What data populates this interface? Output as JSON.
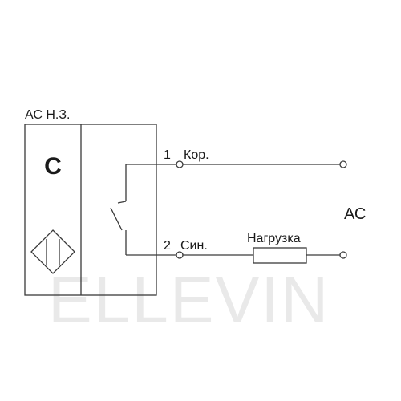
{
  "sensor": {
    "type_label": "АС Н.З.",
    "symbol_letter": "C",
    "sensor_symbol_icon": "capacitive-sensor-icon",
    "switch_icon": "normally-closed-switch-icon"
  },
  "terminals": [
    {
      "number": "1",
      "wire_label": "Кор."
    },
    {
      "number": "2",
      "wire_label": "Син."
    }
  ],
  "load": {
    "label": "Нагрузка"
  },
  "supply": {
    "label": "АС"
  },
  "watermark": {
    "text": "ELLEVIN"
  },
  "colors": {
    "line": "#3a3a3a",
    "text": "#1a1a1a",
    "watermark": "#e9e9e9"
  }
}
